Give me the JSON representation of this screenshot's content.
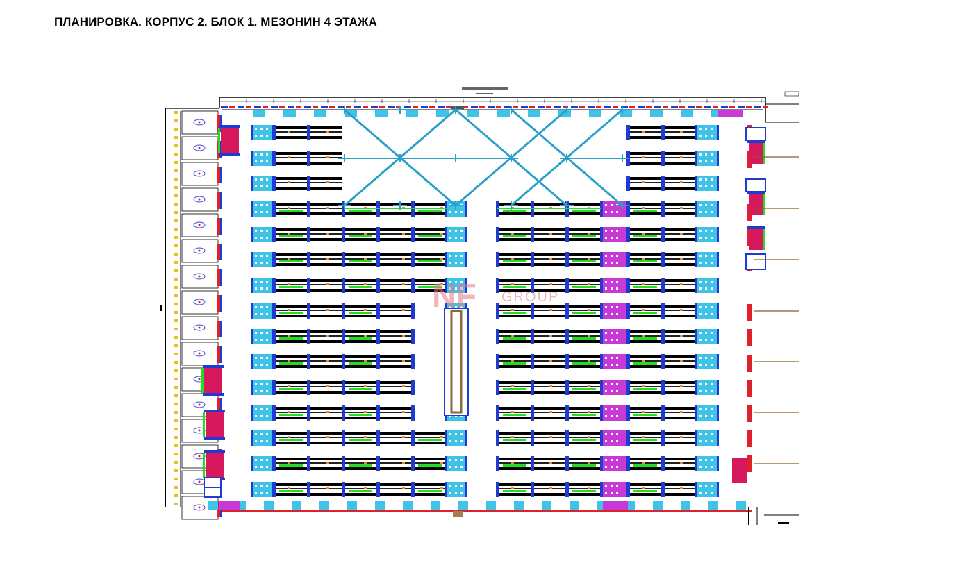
{
  "title": "ПЛАНИРОВКА. КОРПУС 2. БЛОК 1. МЕЗОНИН 4 ЭТАЖА",
  "watermark": {
    "brand": "NF",
    "suffix": "GROUP"
  },
  "colors": {
    "rack": "#000000",
    "upright": "#1f3bd6",
    "pick_zone": "#3fc3e6",
    "pallet_green": "#22dd22",
    "conveyor_purple": "#c83ad6",
    "dock_red": "#e0202a",
    "dock_magenta": "#d8185c",
    "orange_marker": "#f08a2a",
    "bracing": "#2aa0c8",
    "watermark": "#e37b86"
  },
  "legend_icons": [
    "dock-door-icon",
    "cross-bracing-icon",
    "watermark-logo"
  ]
}
